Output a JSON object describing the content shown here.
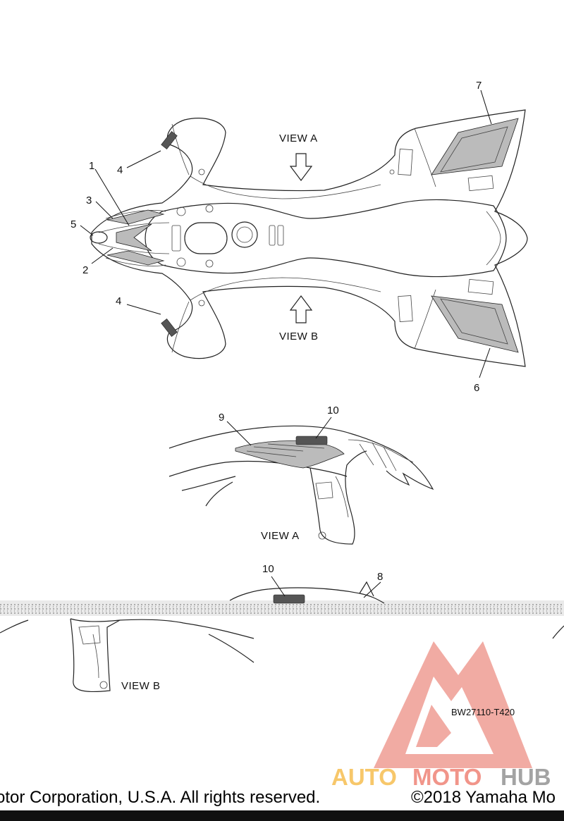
{
  "diagram": {
    "callouts": [
      "1",
      "2",
      "3",
      "4",
      "4",
      "5",
      "6",
      "7",
      "9",
      "10",
      "10",
      "8"
    ],
    "views": {
      "top_view_a": "VIEW A",
      "top_view_b": "VIEW B",
      "detail_a": "VIEW A",
      "detail_b": "VIEW B"
    },
    "drawing_code": "BW27110-T420"
  },
  "watermark": {
    "brand_part1": "AUTO",
    "brand_part2": "MOTO",
    "brand_part3": "HUB",
    "colors": {
      "triangle": "#f0a29a",
      "auto": "#f7c25a",
      "moto": "#f08a7e",
      "hub": "#9a9a9a"
    }
  },
  "footer": {
    "left": "otor Corporation, U.S.A. All rights reserved.",
    "right": "©2018 Yamaha Mo"
  }
}
